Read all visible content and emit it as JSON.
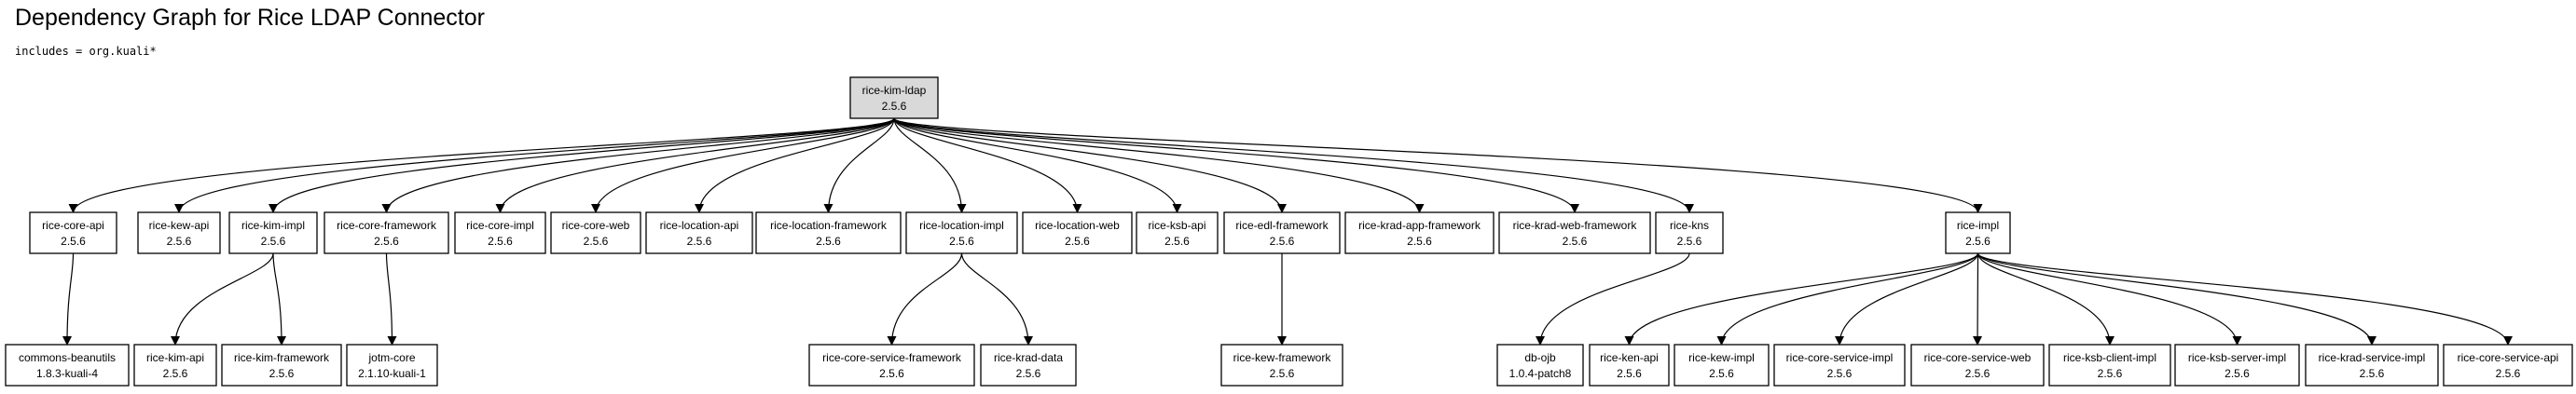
{
  "title": "Dependency Graph for Rice LDAP Connector",
  "filter_text": "includes = org.kuali*",
  "colors": {
    "root_fill": "#d9d9d9",
    "node_fill": "#ffffff",
    "stroke": "#000000"
  },
  "graph": {
    "root": {
      "id": "rice-kim-ldap",
      "name": "rice-kim-ldap",
      "version": "2.5.6"
    },
    "nodes": [
      {
        "id": "rice-core-api",
        "name": "rice-core-api",
        "version": "2.5.6"
      },
      {
        "id": "rice-kew-api",
        "name": "rice-kew-api",
        "version": "2.5.6"
      },
      {
        "id": "rice-kim-impl",
        "name": "rice-kim-impl",
        "version": "2.5.6"
      },
      {
        "id": "rice-core-framework",
        "name": "rice-core-framework",
        "version": "2.5.6"
      },
      {
        "id": "rice-core-impl",
        "name": "rice-core-impl",
        "version": "2.5.6"
      },
      {
        "id": "rice-core-web",
        "name": "rice-core-web",
        "version": "2.5.6"
      },
      {
        "id": "rice-location-api",
        "name": "rice-location-api",
        "version": "2.5.6"
      },
      {
        "id": "rice-location-framework",
        "name": "rice-location-framework",
        "version": "2.5.6"
      },
      {
        "id": "rice-location-impl",
        "name": "rice-location-impl",
        "version": "2.5.6"
      },
      {
        "id": "rice-location-web",
        "name": "rice-location-web",
        "version": "2.5.6"
      },
      {
        "id": "rice-ksb-api",
        "name": "rice-ksb-api",
        "version": "2.5.6"
      },
      {
        "id": "rice-edl-framework",
        "name": "rice-edl-framework",
        "version": "2.5.6"
      },
      {
        "id": "rice-krad-app-framework",
        "name": "rice-krad-app-framework",
        "version": "2.5.6"
      },
      {
        "id": "rice-krad-web-framework",
        "name": "rice-krad-web-framework",
        "version": "2.5.6"
      },
      {
        "id": "rice-kns",
        "name": "rice-kns",
        "version": "2.5.6"
      },
      {
        "id": "rice-impl",
        "name": "rice-impl",
        "version": "2.5.6"
      },
      {
        "id": "commons-beanutils",
        "name": "commons-beanutils",
        "version": "1.8.3-kuali-4"
      },
      {
        "id": "rice-kim-api",
        "name": "rice-kim-api",
        "version": "2.5.6"
      },
      {
        "id": "rice-kim-framework",
        "name": "rice-kim-framework",
        "version": "2.5.6"
      },
      {
        "id": "jotm-core",
        "name": "jotm-core",
        "version": "2.1.10-kuali-1"
      },
      {
        "id": "rice-core-service-framework",
        "name": "rice-core-service-framework",
        "version": "2.5.6"
      },
      {
        "id": "rice-krad-data",
        "name": "rice-krad-data",
        "version": "2.5.6"
      },
      {
        "id": "rice-kew-framework",
        "name": "rice-kew-framework",
        "version": "2.5.6"
      },
      {
        "id": "db-ojb",
        "name": "db-ojb",
        "version": "1.0.4-patch8"
      },
      {
        "id": "rice-ken-api",
        "name": "rice-ken-api",
        "version": "2.5.6"
      },
      {
        "id": "rice-kew-impl",
        "name": "rice-kew-impl",
        "version": "2.5.6"
      },
      {
        "id": "rice-core-service-impl",
        "name": "rice-core-service-impl",
        "version": "2.5.6"
      },
      {
        "id": "rice-core-service-web",
        "name": "rice-core-service-web",
        "version": "2.5.6"
      },
      {
        "id": "rice-ksb-client-impl",
        "name": "rice-ksb-client-impl",
        "version": "2.5.6"
      },
      {
        "id": "rice-ksb-server-impl",
        "name": "rice-ksb-server-impl",
        "version": "2.5.6"
      },
      {
        "id": "rice-krad-service-impl",
        "name": "rice-krad-service-impl",
        "version": "2.5.6"
      },
      {
        "id": "rice-core-service-api",
        "name": "rice-core-service-api",
        "version": "2.5.6"
      }
    ],
    "edges": [
      [
        "rice-kim-ldap",
        "rice-core-api"
      ],
      [
        "rice-kim-ldap",
        "rice-kew-api"
      ],
      [
        "rice-kim-ldap",
        "rice-kim-impl"
      ],
      [
        "rice-kim-ldap",
        "rice-core-framework"
      ],
      [
        "rice-kim-ldap",
        "rice-core-impl"
      ],
      [
        "rice-kim-ldap",
        "rice-core-web"
      ],
      [
        "rice-kim-ldap",
        "rice-location-api"
      ],
      [
        "rice-kim-ldap",
        "rice-location-framework"
      ],
      [
        "rice-kim-ldap",
        "rice-location-impl"
      ],
      [
        "rice-kim-ldap",
        "rice-location-web"
      ],
      [
        "rice-kim-ldap",
        "rice-ksb-api"
      ],
      [
        "rice-kim-ldap",
        "rice-edl-framework"
      ],
      [
        "rice-kim-ldap",
        "rice-krad-app-framework"
      ],
      [
        "rice-kim-ldap",
        "rice-krad-web-framework"
      ],
      [
        "rice-kim-ldap",
        "rice-kns"
      ],
      [
        "rice-kim-ldap",
        "rice-impl"
      ],
      [
        "rice-core-api",
        "commons-beanutils"
      ],
      [
        "rice-kim-impl",
        "rice-kim-api"
      ],
      [
        "rice-kim-impl",
        "rice-kim-framework"
      ],
      [
        "rice-core-framework",
        "jotm-core"
      ],
      [
        "rice-location-impl",
        "rice-core-service-framework"
      ],
      [
        "rice-location-impl",
        "rice-krad-data"
      ],
      [
        "rice-edl-framework",
        "rice-kew-framework"
      ],
      [
        "rice-kns",
        "db-ojb"
      ],
      [
        "rice-impl",
        "rice-ken-api"
      ],
      [
        "rice-impl",
        "rice-kew-impl"
      ],
      [
        "rice-impl",
        "rice-core-service-impl"
      ],
      [
        "rice-impl",
        "rice-core-service-web"
      ],
      [
        "rice-impl",
        "rice-ksb-client-impl"
      ],
      [
        "rice-impl",
        "rice-ksb-server-impl"
      ],
      [
        "rice-impl",
        "rice-krad-service-impl"
      ],
      [
        "rice-impl",
        "rice-core-service-api"
      ]
    ]
  }
}
